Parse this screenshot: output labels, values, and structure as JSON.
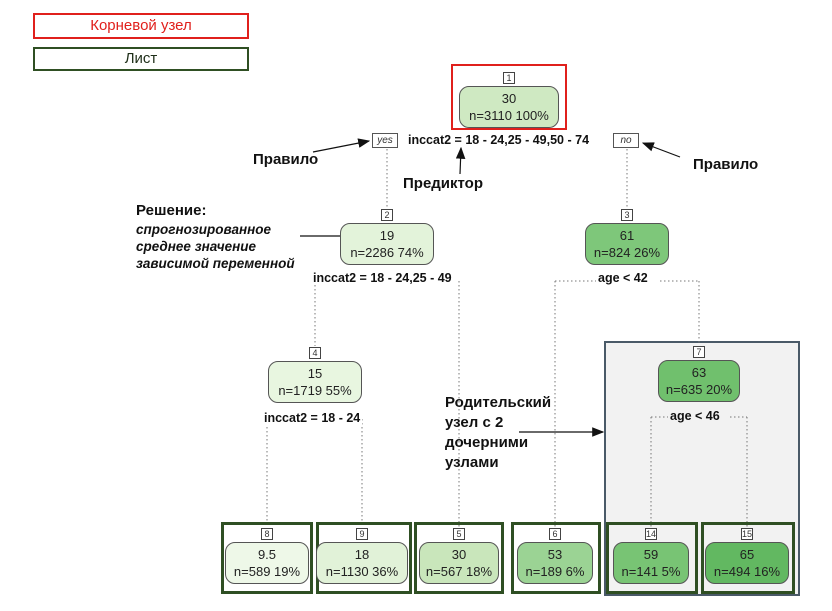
{
  "legend": {
    "root_label": "Корневой узел",
    "leaf_label": "Лист"
  },
  "tags": {
    "yes": "yes",
    "no": "no"
  },
  "splits": {
    "root": "inccat2 = 18 - 24,25 - 49,50 - 74",
    "n2": "inccat2 = 18 - 24,25 - 49",
    "n3": "age < 42",
    "n4": "inccat2 = 18 - 24",
    "n7": "age < 46"
  },
  "nodes": [
    {
      "id": "1",
      "num": "1",
      "value": "30",
      "count": "n=3110  100%",
      "fill": "#cfe9c2"
    },
    {
      "id": "2",
      "num": "2",
      "value": "19",
      "count": "n=2286  74%",
      "fill": "#e3f3da"
    },
    {
      "id": "3",
      "num": "3",
      "value": "61",
      "count": "n=824  26%",
      "fill": "#7ec77a"
    },
    {
      "id": "4",
      "num": "4",
      "value": "15",
      "count": "n=1719  55%",
      "fill": "#e8f6e0"
    },
    {
      "id": "7",
      "num": "7",
      "value": "63",
      "count": "n=635  20%",
      "fill": "#70c06d"
    },
    {
      "id": "8",
      "num": "8",
      "value": "9.5",
      "count": "n=589  19%",
      "fill": "#eef8e8"
    },
    {
      "id": "9",
      "num": "9",
      "value": "18",
      "count": "n=1130  36%",
      "fill": "#e1f2d8"
    },
    {
      "id": "5",
      "num": "5",
      "value": "30",
      "count": "n=567  18%",
      "fill": "#c9e6bb"
    },
    {
      "id": "6",
      "num": "6",
      "value": "53",
      "count": "n=189  6%",
      "fill": "#9bd394"
    },
    {
      "id": "14",
      "num": "14",
      "value": "59",
      "count": "n=141  5%",
      "fill": "#78c474"
    },
    {
      "id": "15",
      "num": "15",
      "value": "65",
      "count": "n=494  16%",
      "fill": "#62b861"
    }
  ],
  "annotations": {
    "rule_left": "Правило",
    "rule_right": "Правило",
    "predictor": "Предиктор",
    "decision_title": "Решение:",
    "decision_lines": [
      "спрогнозированное",
      "среднее значение",
      "зависимой переменной"
    ],
    "parent_lines": [
      "Родительский",
      "узел с 2",
      "дочерними",
      "узлами"
    ]
  }
}
